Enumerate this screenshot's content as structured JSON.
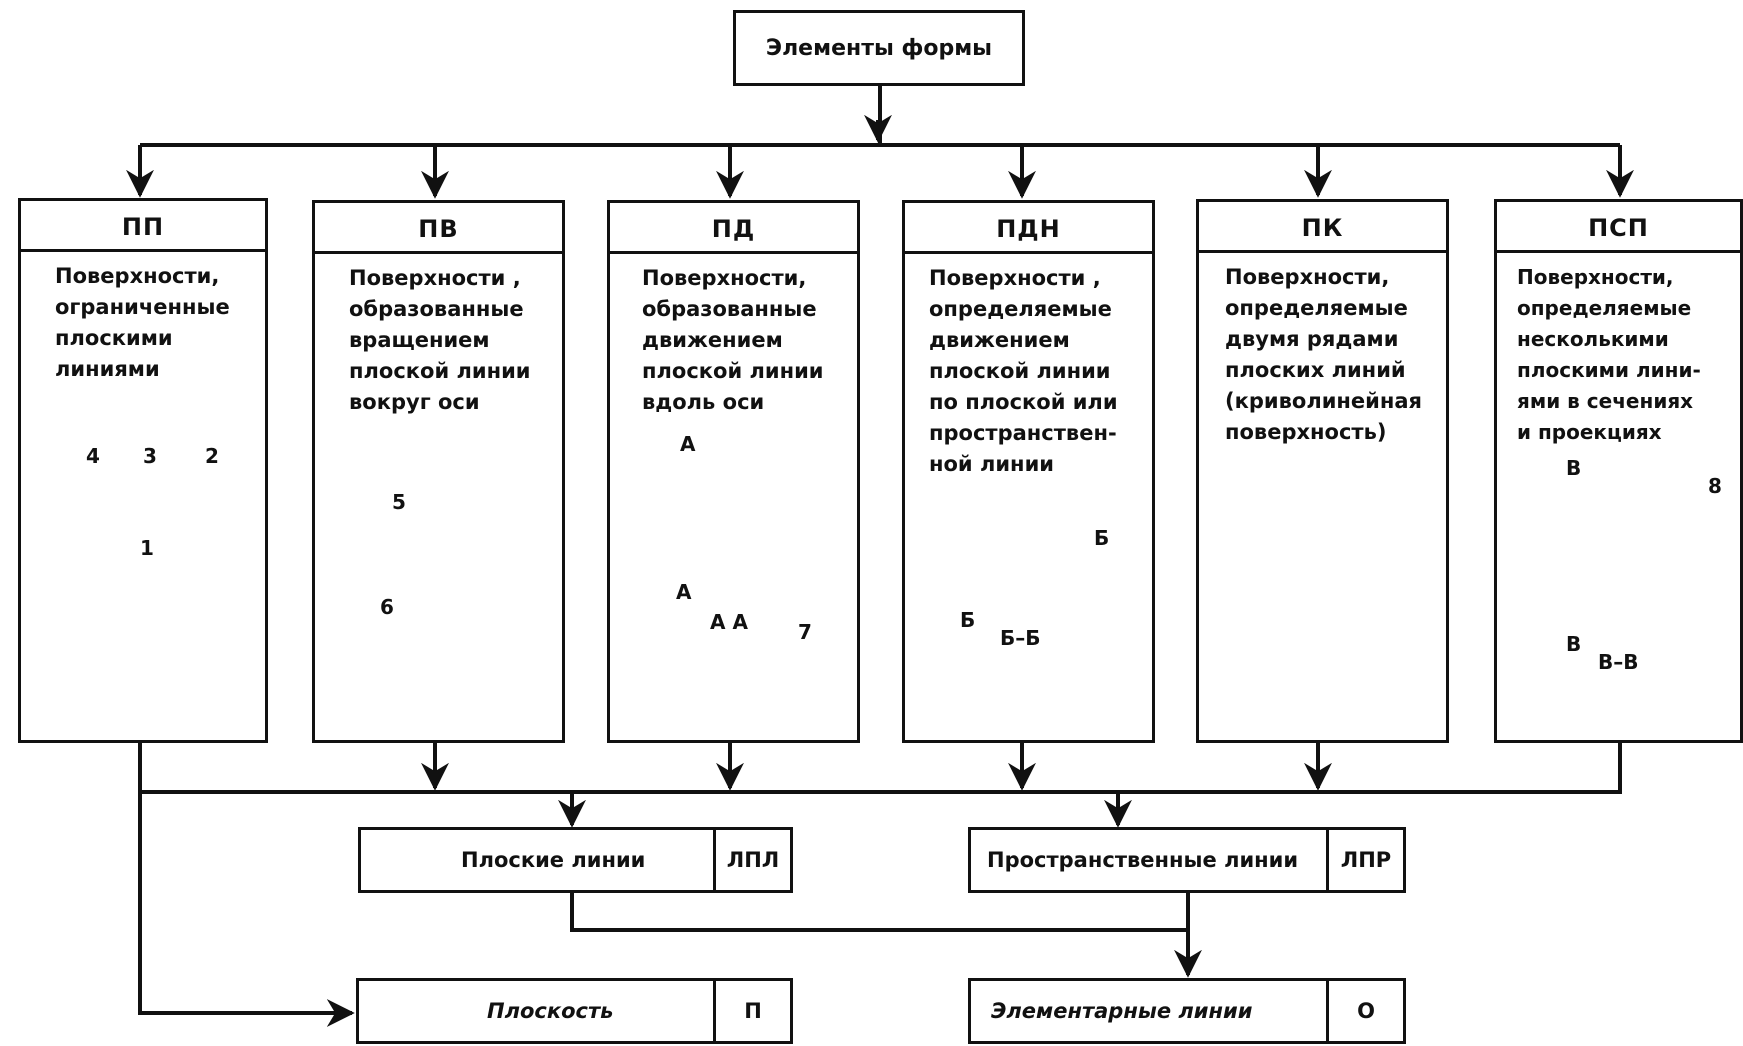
{
  "top": {
    "label": "Элементы формы"
  },
  "columns": [
    {
      "code": "ПП",
      "description": "Поверхности,\nограниченные\nплоскими\nлиниями"
    },
    {
      "code": "ПВ",
      "description": "Поверхности ,\nобразованные\nвращением\nплоской линии\nвокруг оси"
    },
    {
      "code": "ПД",
      "description": "Поверхности,\nобразованные\nдвижением\nплоской линии\nвдоль оси"
    },
    {
      "code": "ПДН",
      "description": "Поверхности ,\nопределяемые\nдвижением\nплоской линии\nпо плоской или\nпространствен-\nной линии"
    },
    {
      "code": "ПК",
      "description": "Поверхности,\nопределяемые\nдвумя рядами\nплоских линий\n(криволинейная\nповерхность)"
    },
    {
      "code": "ПСП",
      "description": "Поверхности,\nопределяемые\nнесколькими\nплоскими лини-\nями в сечениях\nи проекциях"
    }
  ],
  "figure_labels": {
    "pp": [
      "4",
      "3",
      "2",
      "1"
    ],
    "pv": [
      "5",
      "6"
    ],
    "pd": [
      "А",
      "А",
      "А А",
      "7"
    ],
    "pdn": [
      "Б",
      "Б",
      "Б–Б"
    ],
    "psp": [
      "В",
      "8",
      "В",
      "В–В"
    ]
  },
  "bottom_row": {
    "flat_lines": {
      "label": "Плоские линии",
      "code": "ЛПЛ"
    },
    "spatial_lines": {
      "label": "Пространственные линии",
      "code": "ЛПР"
    }
  },
  "final_row": {
    "plane": {
      "label": "Плоскость",
      "code": "П"
    },
    "elementary": {
      "label": "Элементарные линии",
      "code": "О"
    }
  }
}
